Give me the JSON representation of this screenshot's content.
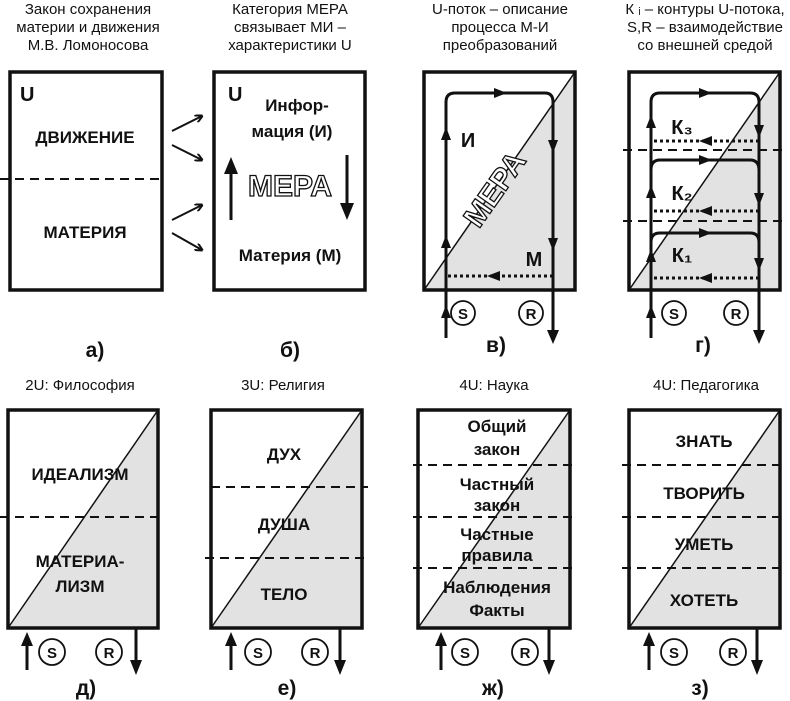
{
  "panels": {
    "a": {
      "title": [
        "Закон сохранения",
        "материи и движения",
        "М.В. Ломоносова"
      ],
      "u": "U",
      "top": "ДВИЖЕНИЕ",
      "bottom": "МАТЕРИЯ",
      "caption": "а)"
    },
    "b": {
      "title": [
        "Категория МЕРА",
        "связывает МИ –",
        "характеристики U"
      ],
      "u": "U",
      "info": [
        "Инфор-",
        "мация (И)"
      ],
      "mera": "МЕРА",
      "matter": "Материя (М)",
      "caption": "б)"
    },
    "v": {
      "title": [
        "U-поток – описание",
        "процесса М-И",
        "преобразований"
      ],
      "i": "И",
      "m": "М",
      "mera": "МЕРА",
      "s": "S",
      "r": "R",
      "caption": "в)"
    },
    "g": {
      "title": [
        "К ᵢ – контуры U-потока,",
        "S,R – взаимодействие",
        "со внешней средой"
      ],
      "k3": "К₃",
      "k2": "К₂",
      "k1": "К₁",
      "s": "S",
      "r": "R",
      "caption": "г)"
    },
    "d": {
      "title": "2U: Философия",
      "levels": [
        "ИДЕАЛИЗМ",
        "МАТЕРИА-",
        "ЛИЗМ"
      ],
      "s": "S",
      "r": "R",
      "caption": "д)"
    },
    "e": {
      "title": "3U: Религия",
      "levels": [
        "ДУХ",
        "ДУША",
        "ТЕЛО"
      ],
      "s": "S",
      "r": "R",
      "caption": "е)"
    },
    "zh": {
      "title": "4U: Наука",
      "levels": [
        "Общий",
        "закон",
        "Частный",
        "закон",
        "Частные",
        "правила",
        "Наблюдения",
        "Факты"
      ],
      "s": "S",
      "r": "R",
      "caption": "ж)"
    },
    "z": {
      "title": "4U: Педагогика",
      "levels": [
        "ЗНАТЬ",
        "ТВОРИТЬ",
        "УМЕТЬ",
        "ХОТЕТЬ"
      ],
      "s": "S",
      "r": "R",
      "caption": "з)"
    }
  },
  "colors": {
    "shade": "#e2e2e2",
    "line": "#111111"
  }
}
